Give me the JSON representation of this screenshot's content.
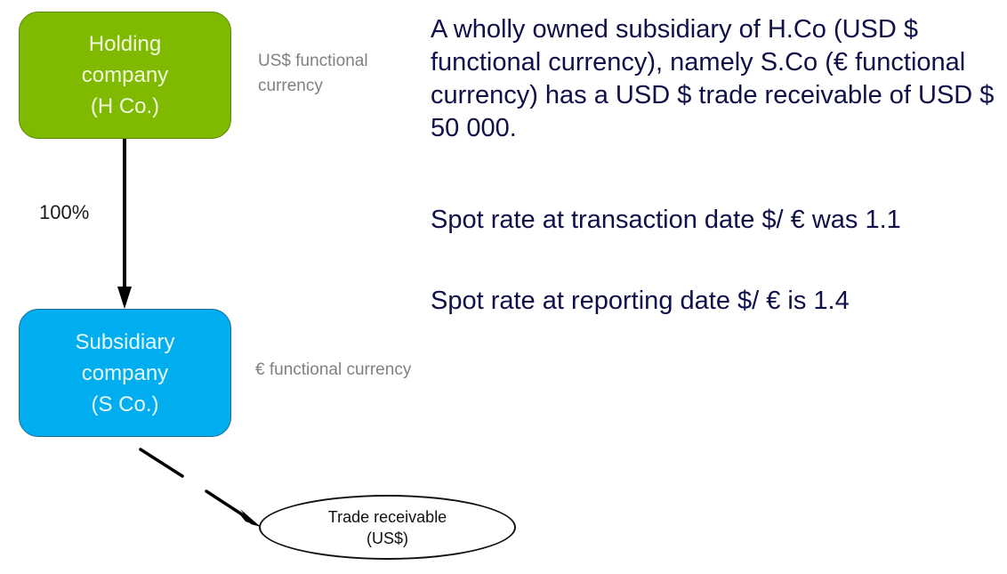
{
  "diagram": {
    "holding_company": {
      "lines": [
        "Holding",
        "company",
        "(H Co.)"
      ],
      "fill_color": "#7fba00",
      "note_lines": [
        "US$ functional",
        "currency"
      ]
    },
    "ownership_link": {
      "label": "100%"
    },
    "subsidiary_company": {
      "lines": [
        "Subsidiary",
        "company",
        "(S Co.)"
      ],
      "fill_color": "#00aeef",
      "note": "€ functional currency"
    },
    "trade_receivable": {
      "lines": [
        "Trade receivable",
        "(US$)"
      ]
    }
  },
  "description": {
    "text": "A wholly owned subsidiary of H.Co (USD $ functional currency), namely S.Co (€ functional currency) has a USD $ trade receivable of USD $ 50 000.",
    "text_color": "#10104a"
  },
  "rates": {
    "transaction": "Spot rate at transaction date $/ € was 1.1",
    "reporting": "Spot rate at reporting date $/ € is 1.4"
  }
}
